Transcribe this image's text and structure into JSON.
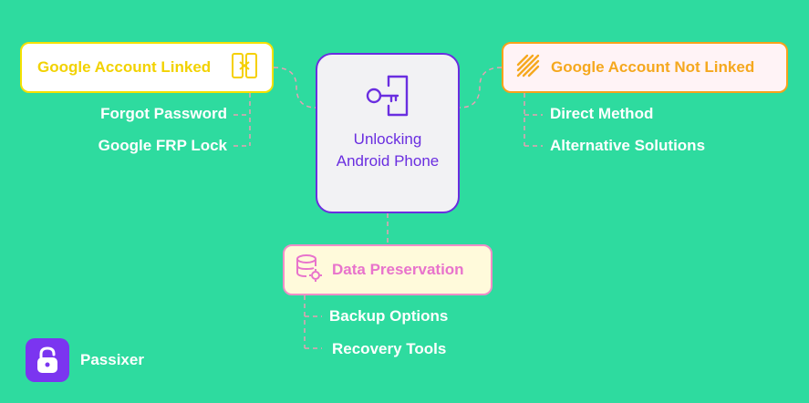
{
  "center": {
    "title": "Unlocking Android Phone",
    "icon": "key-lock-icon"
  },
  "branches": {
    "linked": {
      "label": "Google Account Linked",
      "icon": "phone-unlock-icon",
      "items": [
        "Forgot Password",
        "Google FRP Lock"
      ]
    },
    "not_linked": {
      "label": "Google Account Not Linked",
      "icon": "link-chain-icon",
      "items": [
        "Direct Method",
        "Alternative Solutions"
      ]
    },
    "data": {
      "label": "Data Preservation",
      "icon": "database-gear-icon",
      "items": [
        "Backup Options",
        "Recovery Tools"
      ]
    }
  },
  "brand": {
    "name": "Passixer",
    "icon": "padlock-icon"
  },
  "colors": {
    "background": "#2edb9f",
    "center_border": "#6a2ee0",
    "linked": "#f5e100",
    "not_linked": "#f7a21b",
    "data": "#f08ec8"
  }
}
